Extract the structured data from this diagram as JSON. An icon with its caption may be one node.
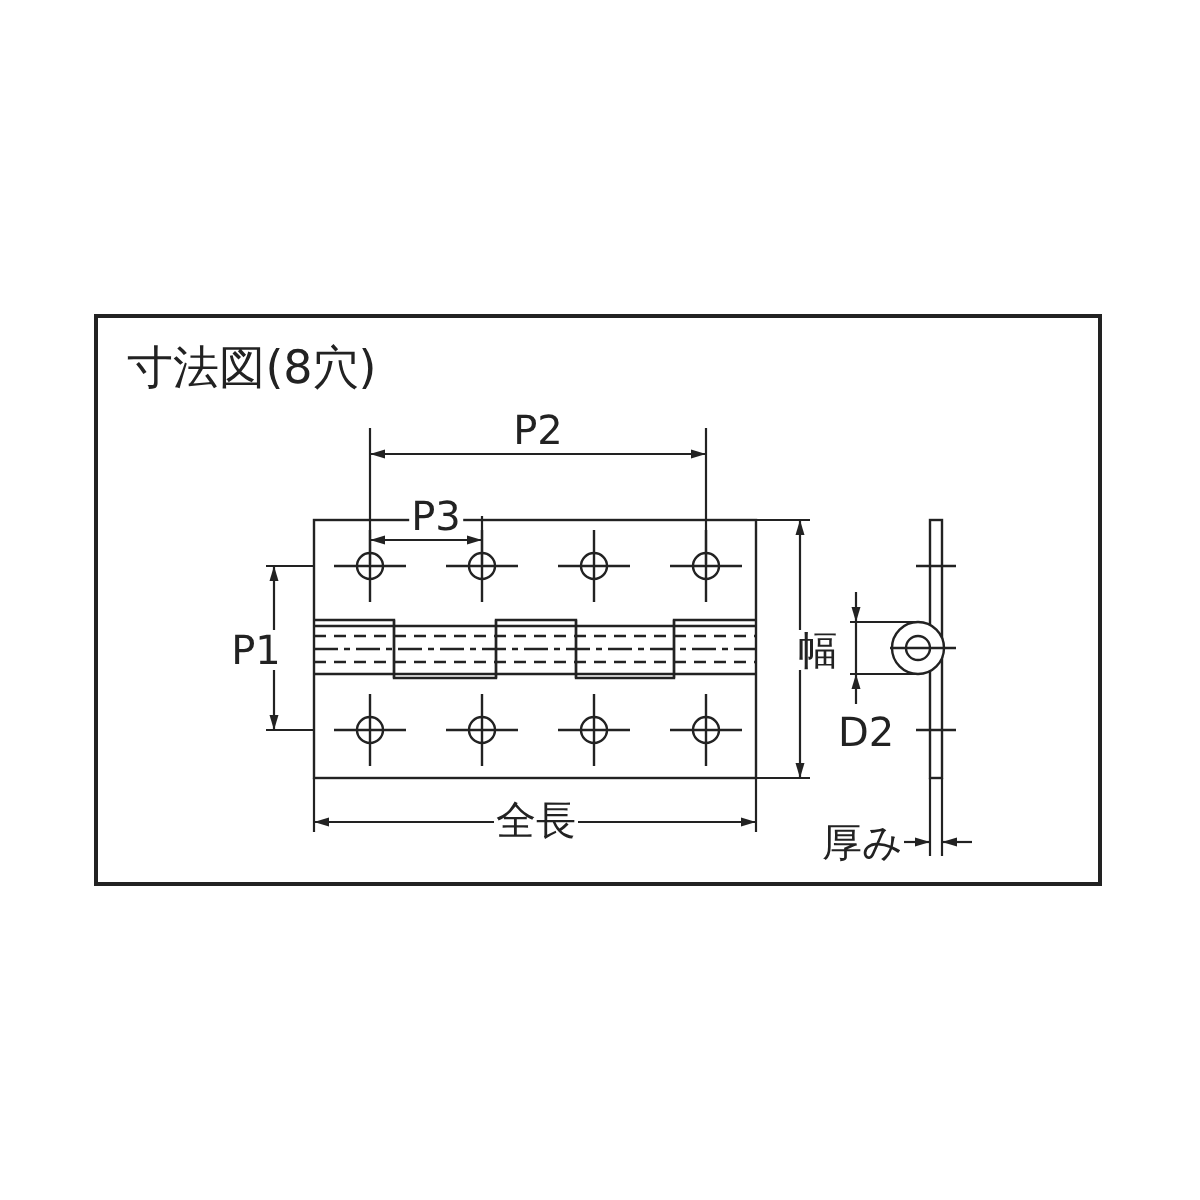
{
  "diagram": {
    "title": "寸法図(8穴)",
    "labels": [
      "P2",
      "P3",
      "P1",
      "幅",
      "D2",
      "全長",
      "厚み"
    ]
  }
}
